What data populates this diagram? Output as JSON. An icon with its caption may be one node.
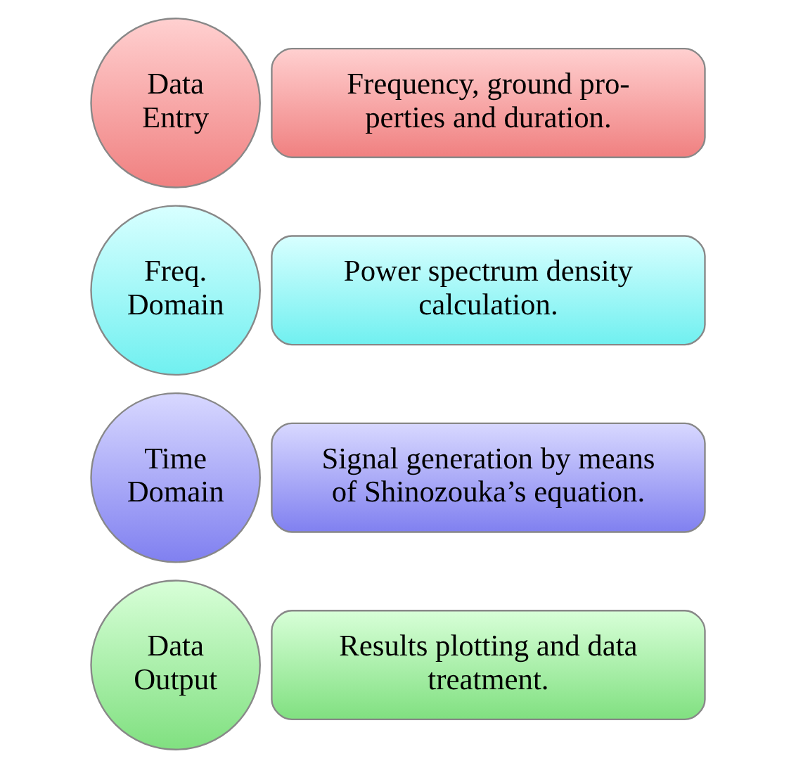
{
  "diagram": {
    "nodes": [
      {
        "text": [
          "Data Entry"
        ]
      },
      {
        "text": [
          "Frequency, ground pro- perties and duration."
        ]
      },
      {
        "text": [
          "Freq. Domain"
        ]
      },
      {
        "text": [
          "Power spectrum density calculation."
        ]
      },
      {
        "text": [
          "Time Domain"
        ]
      },
      {
        "text": [
          "Signal generation by means of Shinozouka’s equation."
        ]
      },
      {
        "text": [
          "Data Output"
        ]
      },
      {
        "text": [
          "Results plotting and data treatment."
        ]
      }
    ],
    "edges": []
  }
}
